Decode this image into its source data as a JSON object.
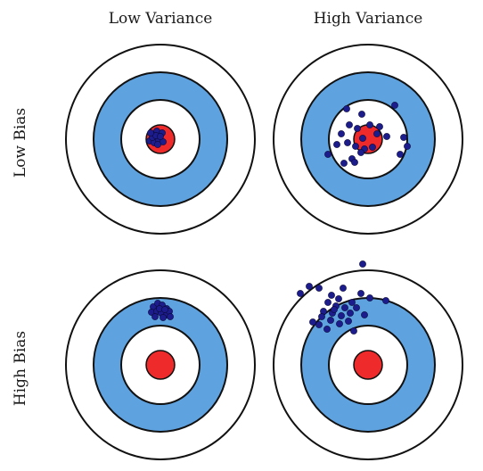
{
  "columns": [
    "Low Variance",
    "High Variance"
  ],
  "rows": [
    "Low Bias",
    "High Bias"
  ],
  "colors": {
    "ring_fill": "#ffffff",
    "band_fill": "#5fa2e0",
    "bullseye": "#ef2a2a",
    "dot": "#1c1c8c",
    "outline": "#111111"
  },
  "targets": [
    {
      "name": "low-bias-low-variance",
      "bias": "low",
      "variance": "low"
    },
    {
      "name": "low-bias-high-variance",
      "bias": "low",
      "variance": "high"
    },
    {
      "name": "high-bias-low-variance",
      "bias": "high",
      "variance": "low"
    },
    {
      "name": "high-bias-high-variance",
      "bias": "high",
      "variance": "high"
    }
  ]
}
